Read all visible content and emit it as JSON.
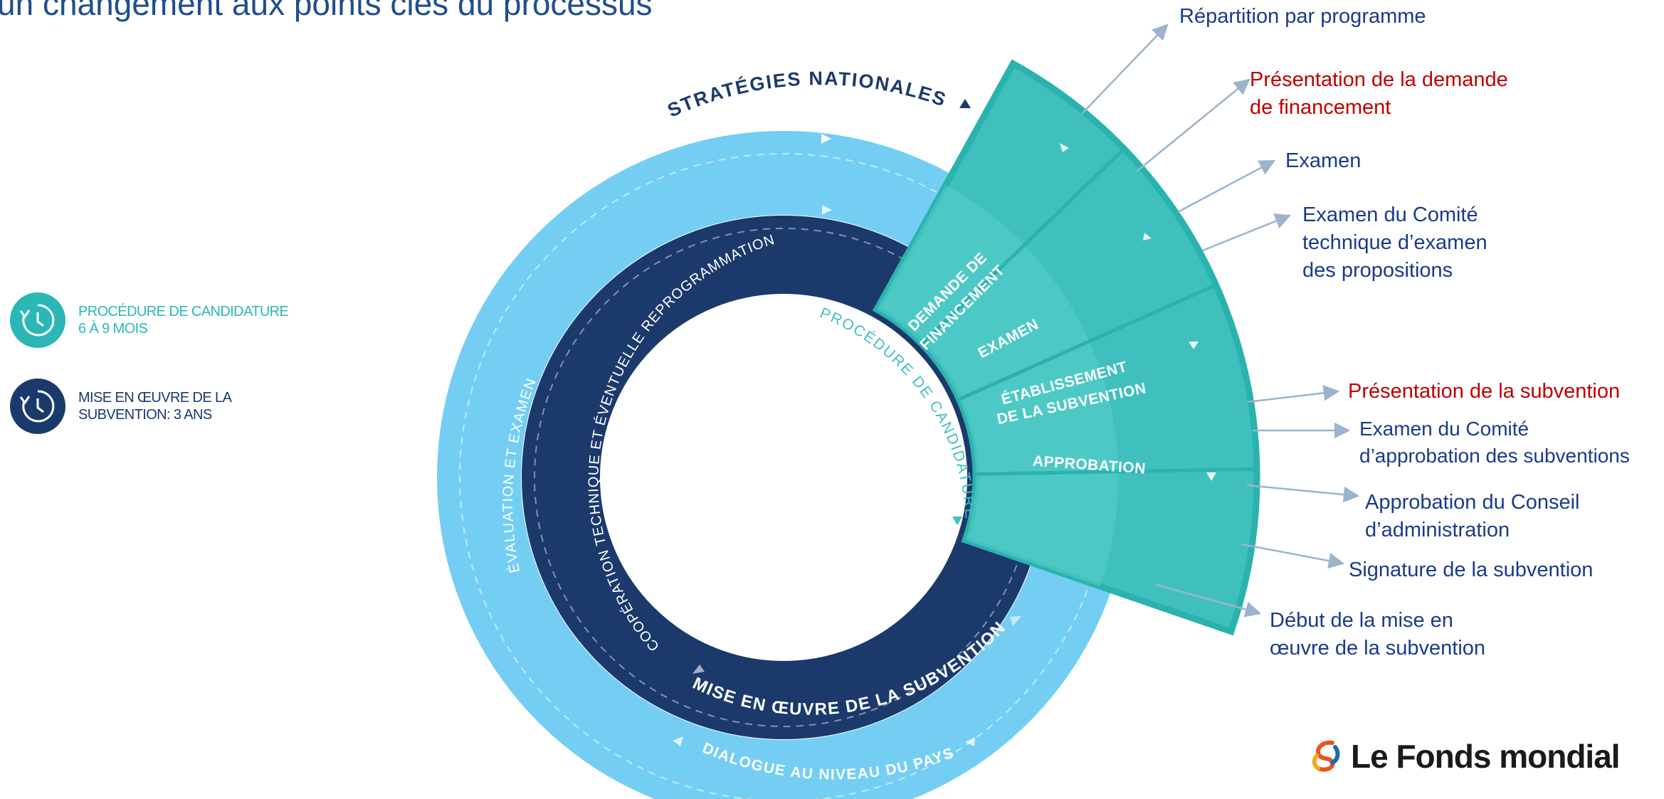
{
  "title": "un changement aux points clés du processus",
  "legend": [
    {
      "lines": [
        "PROCÉDURE DE CANDIDATURE",
        "6 À 9 MOIS"
      ],
      "color": "#2ab7b5",
      "text_color": "#2ab7b5",
      "icon": "clock-icon"
    },
    {
      "lines": [
        "MISE EN ŒUVRE DE LA",
        "SUBVENTION: 3 ANS"
      ],
      "color": "#1b3a6b",
      "text_color": "#1b3a6b",
      "icon": "clock-icon"
    }
  ],
  "rings": {
    "outer_top": "STRATÉGIES NATIONALES",
    "outer_left": "ÉVALUATION ET EXAMEN",
    "outer_bottom": "DIALOGUE AU NIVEAU DU PAYS",
    "middle_left": "COOPÉRATION TECHNIQUE ET ÉVENTUELLE REPROGRAMMATION",
    "middle_bottom": "MISE EN ŒUVRE DE LA SUBVENTION",
    "inner_arc": "PROCÉDURE DE CANDIDATURE"
  },
  "segments": [
    {
      "lines": [
        "DEMANDE DE",
        "FINANCEMENT"
      ]
    },
    {
      "lines": [
        "EXAMEN"
      ]
    },
    {
      "lines": [
        "ÉTABLISSEMENT",
        "DE LA SUBVENTION"
      ]
    },
    {
      "lines": [
        "APPROBATION"
      ]
    }
  ],
  "callouts": [
    {
      "lines": [
        "Répartition par programme"
      ],
      "red": false
    },
    {
      "lines": [
        "Présentation de la demande",
        "de financement"
      ],
      "red": true
    },
    {
      "lines": [
        "Examen"
      ],
      "red": false
    },
    {
      "lines": [
        "Examen du Comité",
        "technique d’examen",
        "des propositions"
      ],
      "red": false
    },
    {
      "lines": [
        "Présentation de la subvention"
      ],
      "red": true
    },
    {
      "lines": [
        "Examen du Comité",
        "d’approbation des subventions"
      ],
      "red": false
    },
    {
      "lines": [
        "Approbation du Conseil",
        "d’administration"
      ],
      "red": false
    },
    {
      "lines": [
        "Signature de la subvention"
      ],
      "red": false
    },
    {
      "lines": [
        "Début de la mise en",
        "œuvre de la subvention"
      ],
      "red": false
    }
  ],
  "logo": {
    "text": "Le Fonds mondial",
    "icon": "global-fund-logo-icon"
  },
  "colors": {
    "outer_ring": "#74cef3",
    "middle_ring": "#1b3a6b",
    "wedge": "#3fc0bf",
    "wedge_border": "#2ab2ae",
    "arrow": "#9cb3cc",
    "navy_text": "#1a3a8c",
    "red_text": "#c00000"
  }
}
